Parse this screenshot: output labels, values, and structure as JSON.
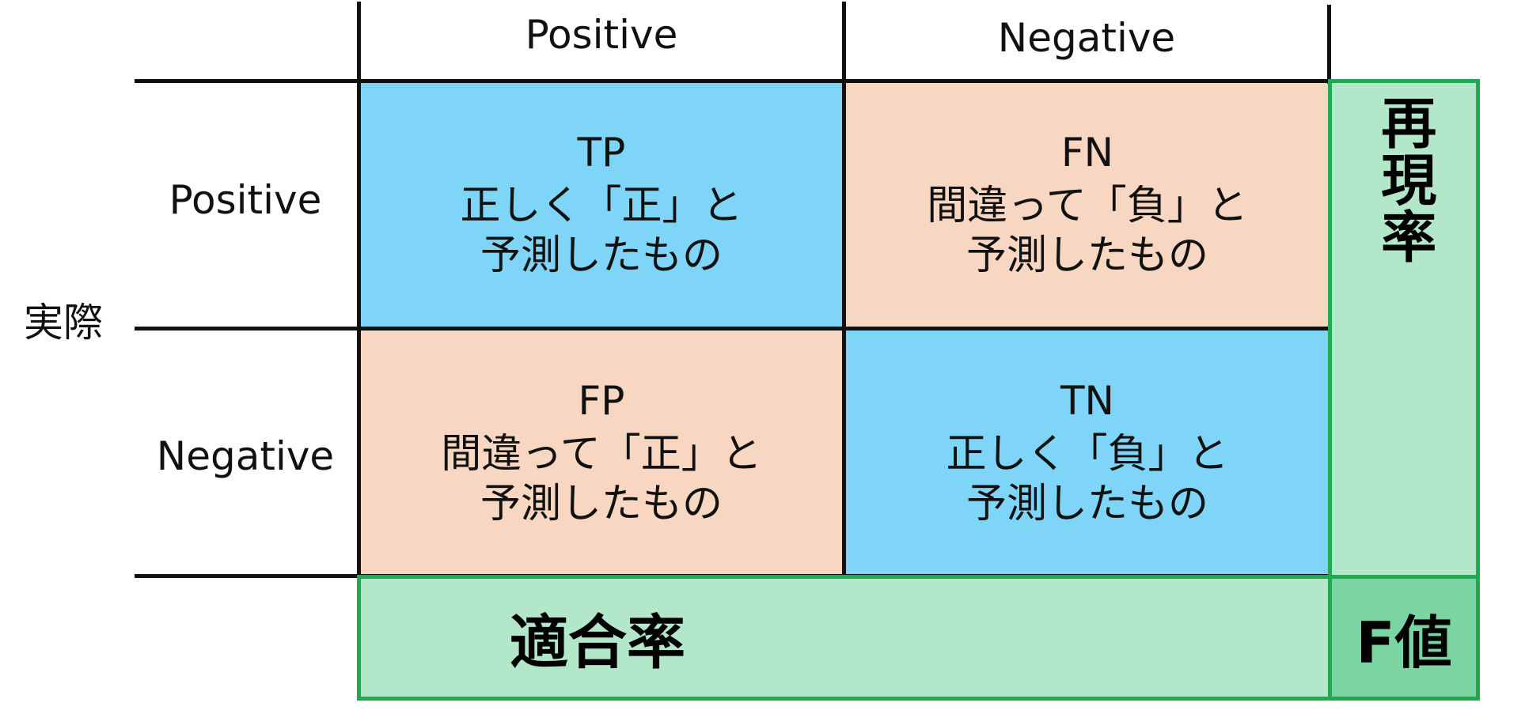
{
  "columns": {
    "positive": "Positive",
    "negative": "Negative"
  },
  "rows": {
    "axis_label": "実際",
    "positive": "Positive",
    "negative": "Negative"
  },
  "cells": {
    "tp": {
      "code": "TP",
      "desc": "正しく「正」と\n予測したもの"
    },
    "fn": {
      "code": "FN",
      "desc": "間違って「負」と\n予測したもの"
    },
    "fp": {
      "code": "FP",
      "desc": "間違って「正」と\n予測したもの"
    },
    "tn": {
      "code": "TN",
      "desc": "正しく「負」と\n予測したもの"
    }
  },
  "metrics": {
    "precision": "適合率",
    "recall": "再現率",
    "f_value": "F値"
  },
  "colors": {
    "correct_cell": "#7fd5f7",
    "wrong_cell": "#f7d7c2",
    "metric_fill": "#b2e8c9",
    "metric_dark_fill": "#7dd4a3",
    "metric_border": "#1faa52",
    "grid_line": "#111111"
  }
}
